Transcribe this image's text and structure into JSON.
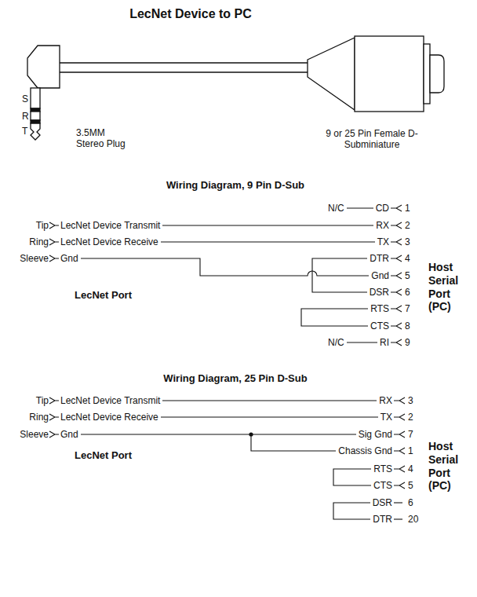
{
  "diagram": {
    "title": "LecNet Device to PC",
    "labels": [
      "S",
      "R",
      "T",
      "3.5MM Stereo Plug",
      "9 or 25 Pin Female D-Subminiature",
      "Wiring Diagram, 9 Pin D-Sub",
      "N/C",
      "CD",
      "1",
      "Tip",
      "LecNet Device Transmit",
      "RX",
      "2",
      "Ring",
      "LecNet Device Receive",
      "TX",
      "3",
      "Sleeve",
      "Gnd",
      "DTR",
      "4",
      "Gnd",
      "5",
      "DSR",
      "6",
      "LecNet Port",
      "RTS",
      "7",
      "CTS",
      "8",
      "N/C",
      "RI",
      "9",
      "Host Serial Port (PC)",
      "Wiring Diagram, 25 Pin D-Sub",
      "Tip",
      "LecNet Device Transmit",
      "RX",
      "3",
      "Ring",
      "LecNet Device Receive",
      "TX",
      "2",
      "Sleeve",
      "Gnd",
      "Sig Gnd",
      "7",
      "LecNet Port",
      "Chassis Gnd",
      "1",
      "RTS",
      "4",
      "CTS",
      "5",
      "DSR",
      "6",
      "DTR",
      "20",
      "Host Serial Port (PC)"
    ]
  }
}
